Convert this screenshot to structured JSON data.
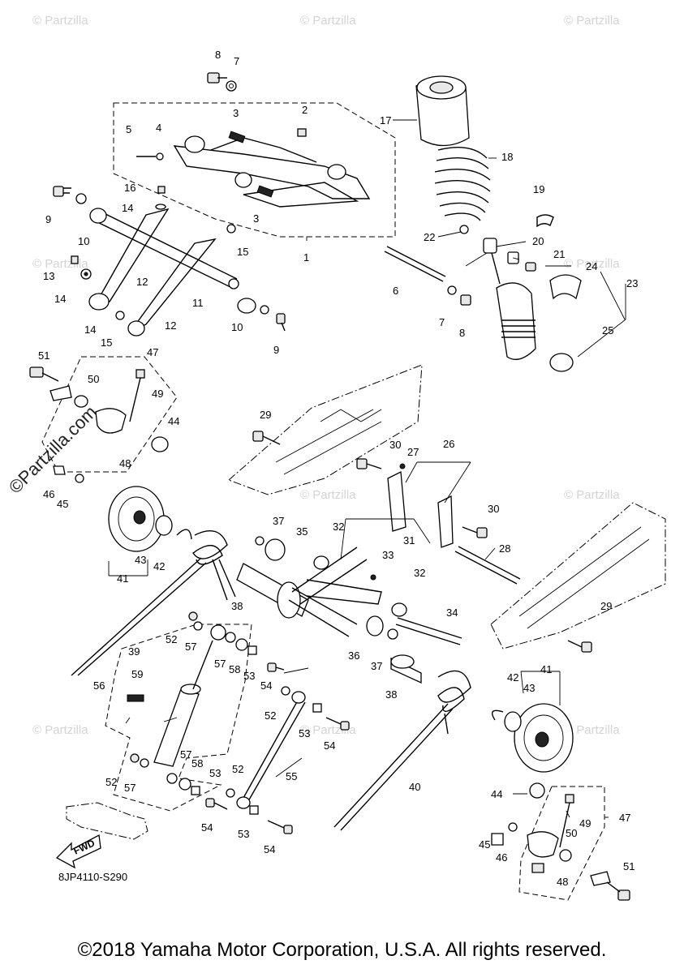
{
  "watermark": "© Partzilla",
  "watermark_big": "©Partzilla.com",
  "diagram_code": "8JP4110-S290",
  "fwd_label": "FWD",
  "copyright": "©2018 Yamaha Motor Corporation, U.S.A. All rights reserved.",
  "callouts": [
    "8",
    "7",
    "3",
    "2",
    "5",
    "4",
    "17",
    "18",
    "16",
    "19",
    "14",
    "9",
    "10",
    "22",
    "20",
    "15",
    "3",
    "21",
    "1",
    "24",
    "13",
    "12",
    "23",
    "6",
    "14",
    "11",
    "7",
    "8",
    "14",
    "15",
    "10",
    "9",
    "12",
    "25",
    "51",
    "47",
    "49",
    "50",
    "44",
    "29",
    "26",
    "30",
    "27",
    "48",
    "46",
    "45",
    "30",
    "37",
    "35",
    "32",
    "28",
    "31",
    "33",
    "43",
    "42",
    "41",
    "32",
    "38",
    "29",
    "34",
    "52",
    "57",
    "39",
    "57",
    "58",
    "53",
    "36",
    "37",
    "59",
    "54",
    "56",
    "38",
    "42",
    "41",
    "43",
    "52",
    "53",
    "54",
    "55",
    "57",
    "58",
    "52",
    "53",
    "40",
    "52",
    "57",
    "44",
    "54",
    "49",
    "47",
    "53",
    "50",
    "54",
    "45",
    "46",
    "48",
    "51"
  ]
}
